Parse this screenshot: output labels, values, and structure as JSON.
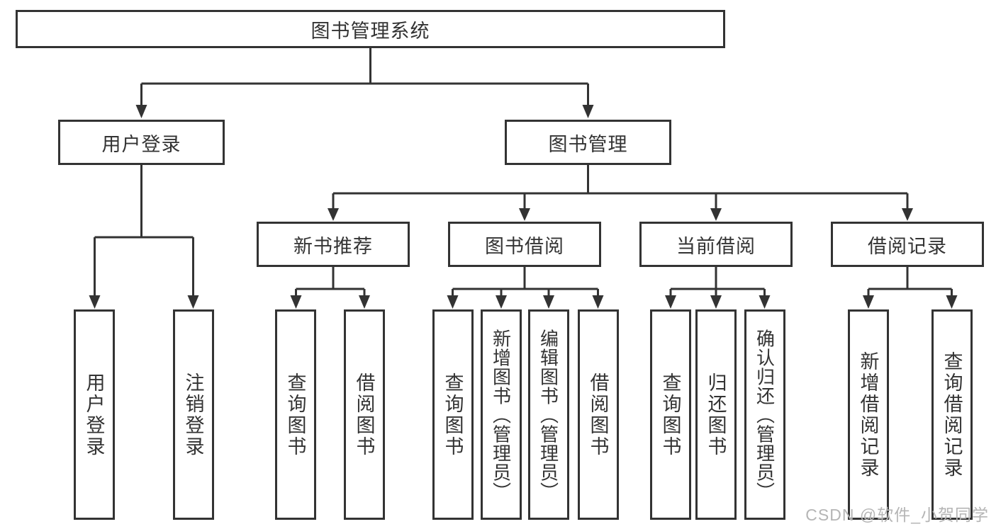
{
  "tree": {
    "root": {
      "label": "图书管理系统"
    },
    "level2": [
      {
        "label": "用户登录",
        "children": [
          "用户登录",
          "注销登录"
        ]
      },
      {
        "label": "图书管理"
      }
    ],
    "level3": [
      {
        "label": "新书推荐",
        "children": [
          "查询图书",
          "借阅图书"
        ]
      },
      {
        "label": "图书借阅",
        "children": [
          "查询图书",
          "新增图书（管理员）",
          "编辑图书（管理员）",
          "借阅图书"
        ]
      },
      {
        "label": "当前借阅",
        "children": [
          "查询图书",
          "归还图书",
          "确认归还（管理员）"
        ]
      },
      {
        "label": "借阅记录",
        "children": [
          "新增借阅记录",
          "查询借阅记录"
        ]
      }
    ]
  },
  "watermark": "CSDN @软件_小贺同学",
  "colors": {
    "line": "#333333",
    "box_border": "#333333",
    "box_bg": "#ffffff",
    "text": "#333333",
    "background": "#ffffff",
    "watermark": "#b5b5b5"
  }
}
